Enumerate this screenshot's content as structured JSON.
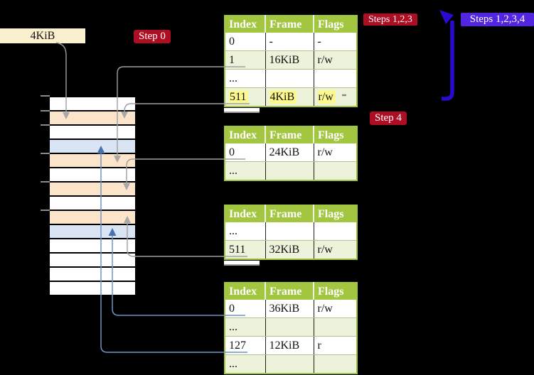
{
  "labels": {
    "frame_size": "4KiB",
    "step0": "Step 0",
    "steps123": "Steps 1,2,3",
    "steps1234": "Steps 1,2,3,4",
    "step4": "Step 4"
  },
  "tables": [
    {
      "headers": [
        "Index",
        "Frame",
        "Flags"
      ],
      "rows": [
        [
          "0",
          "-",
          "-"
        ],
        [
          "1",
          "16KiB",
          "r/w"
        ],
        [
          "...",
          "",
          ""
        ],
        [
          "511",
          "4KiB",
          "r/w"
        ]
      ],
      "highlighted_row": "511"
    },
    {
      "headers": [
        "Index",
        "Frame",
        "Flags"
      ],
      "rows": [
        [
          "0",
          "24KiB",
          "r/w"
        ],
        [
          "...",
          "",
          ""
        ]
      ]
    },
    {
      "headers": [
        "Index",
        "Frame",
        "Flags"
      ],
      "rows": [
        [
          "...",
          "",
          ""
        ],
        [
          "511",
          "32KiB",
          "r/w"
        ]
      ]
    },
    {
      "headers": [
        "Index",
        "Frame",
        "Flags"
      ],
      "rows": [
        [
          "0",
          "36KiB",
          "r/w"
        ],
        [
          "...",
          "",
          ""
        ],
        [
          "127",
          "12KiB",
          "r"
        ],
        [
          "...",
          "",
          ""
        ]
      ]
    }
  ],
  "memory": {
    "rows": [
      {
        "cls": "mrow w"
      },
      {
        "cls": "mrow p"
      },
      {
        "cls": "mrow w"
      },
      {
        "cls": "mrow b"
      },
      {
        "cls": "mrow p"
      },
      {
        "cls": "mrow w"
      },
      {
        "cls": "mrow p"
      },
      {
        "cls": "mrow w"
      },
      {
        "cls": "mrow p"
      },
      {
        "cls": "mrow b"
      },
      {
        "cls": "mrow w"
      },
      {
        "cls": "mrow w"
      },
      {
        "cls": "mrow w"
      },
      {
        "cls": "mrow w"
      }
    ]
  },
  "colors": {
    "background": "#000000",
    "table_header_green": "#a3c641",
    "table_row_light_green": "#edf2da",
    "highlight_yellow": "#fdf98e",
    "frame_label_wheat": "#fbf0cd",
    "step_badge_red": "#ae0e23",
    "steps_badge_violet": "#5226e0",
    "loop_arrow_blue": "#2a0ad0",
    "pointer_gray": "#9f9f9f",
    "pointer_blue": "#6f94c6",
    "memory_frame_peach": "#fce4cb",
    "memory_frame_blue": "#d9e4f4"
  }
}
